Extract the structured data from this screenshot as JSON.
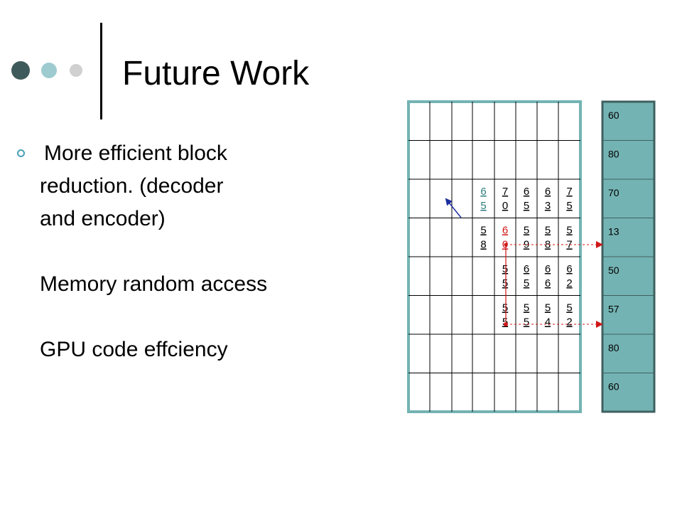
{
  "slide": {
    "title": "Future Work",
    "bullets": [
      "More efficient block",
      "reduction. (decoder",
      "and encoder)",
      "Memory random access",
      "GPU code effciency"
    ]
  },
  "colors": {
    "accent_teal": "#74b3b3",
    "dot_dark": "#3f5a5a",
    "dot_light": "#9ecbd0",
    "dot_gray": "#d0d0d0",
    "highlight_teal_text": "#2e7d7d",
    "highlight_red_text": "#d01818",
    "arrow_blue": "#1c2ea0",
    "arrow_red": "#d01818"
  },
  "grid": {
    "rows": [
      [
        "",
        "",
        "",
        "",
        "",
        "",
        "",
        ""
      ],
      [
        "",
        "",
        "",
        "",
        "",
        "",
        "",
        ""
      ],
      [
        "",
        "",
        "",
        "6 5",
        "7 0",
        "6 5",
        "6 3",
        "7 5"
      ],
      [
        "",
        "",
        "",
        "5 8",
        "6 0",
        "5 9",
        "5 8",
        "5 7"
      ],
      [
        "",
        "",
        "",
        "",
        "5 5",
        "6 5",
        "6 6",
        "6 2"
      ],
      [
        "",
        "",
        "",
        "",
        "5 5",
        "5 5",
        "5 4",
        "5 2"
      ],
      [
        "",
        "",
        "",
        "",
        "",
        "",
        "",
        ""
      ],
      [
        "",
        "",
        "",
        "",
        "",
        "",
        "",
        ""
      ]
    ],
    "highlight_teal": [
      [
        2,
        3
      ]
    ],
    "highlight_red": [
      [
        3,
        4
      ]
    ]
  },
  "side_column": [
    "60",
    "80",
    "70",
    "13",
    "50",
    "57",
    "80",
    "60"
  ]
}
